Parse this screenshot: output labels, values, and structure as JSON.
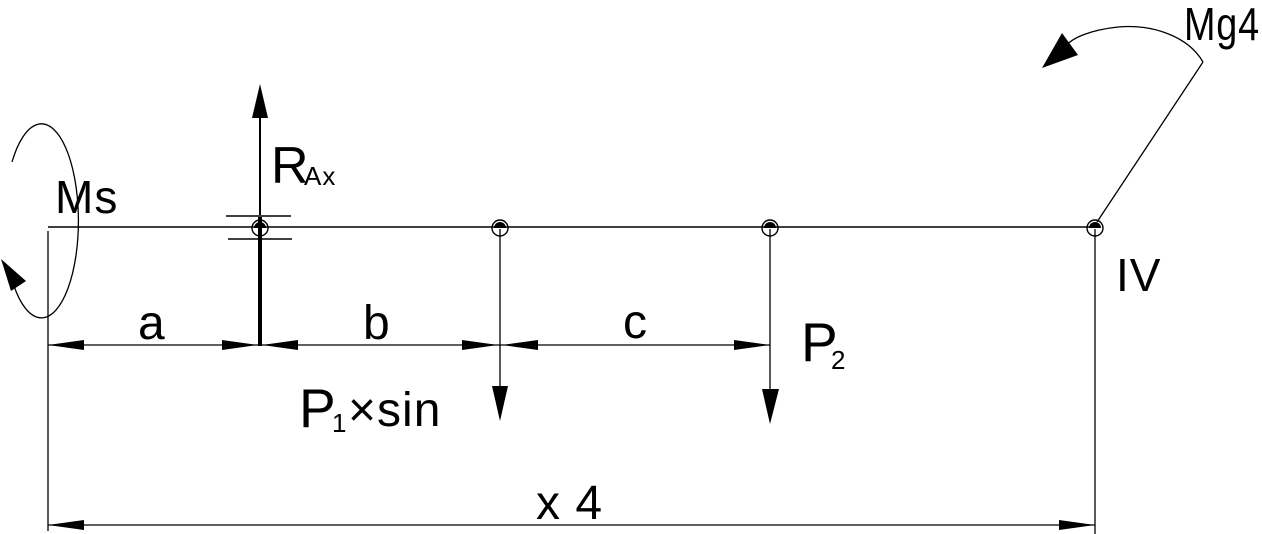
{
  "title": "Beam free-body diagram with moments, forces and dimensions",
  "colors": {
    "ink": "#000000",
    "background": "#ffffff"
  },
  "labels": {
    "moment_left": "Ms",
    "reaction": {
      "base": "R",
      "sub": "Ax"
    },
    "force1": {
      "base": "P",
      "sub": "1",
      "rest": "×sin"
    },
    "force2": {
      "base": "P",
      "sub": "2"
    },
    "dim_a": "a",
    "dim_b": "b",
    "dim_c": "c",
    "dim_total": "x 4",
    "section": "IV",
    "moment_right": "Mg4"
  }
}
